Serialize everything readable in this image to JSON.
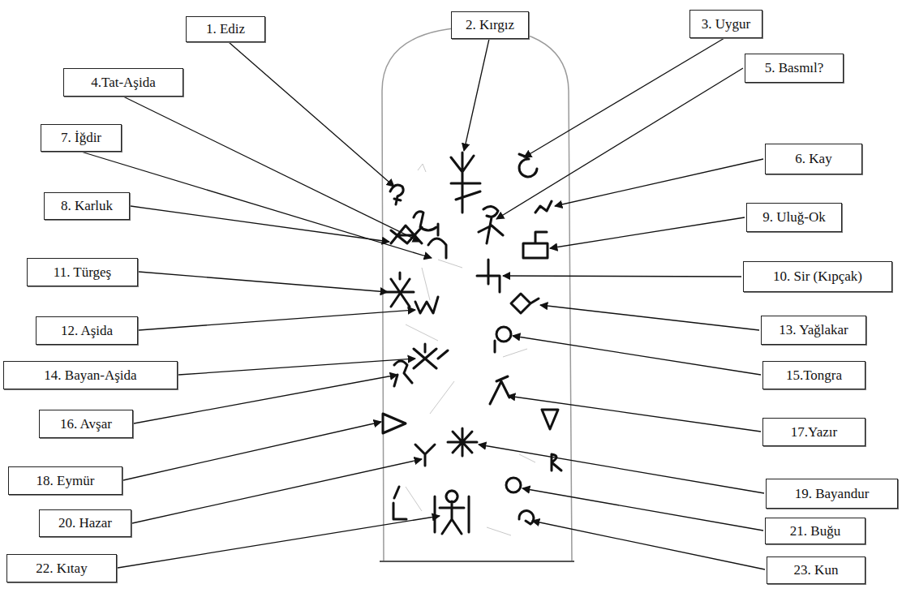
{
  "diagram": {
    "nodes": [
      {
        "text": [
          "1. Ediz"
        ]
      },
      {
        "text": [
          "2. Kırgız"
        ]
      },
      {
        "text": [
          "3. Uygur"
        ]
      },
      {
        "text": [
          "4.Tat-Aşida"
        ]
      },
      {
        "text": [
          "5. Basmıl?"
        ]
      },
      {
        "text": [
          "6. Kay"
        ]
      },
      {
        "text": [
          "7. İğdir"
        ]
      },
      {
        "text": [
          "8. Karluk"
        ]
      },
      {
        "text": [
          "9. Uluğ-Ok"
        ]
      },
      {
        "text": [
          "10. Sir (Kıpçak)"
        ]
      },
      {
        "text": [
          "11. Türgeş"
        ]
      },
      {
        "text": [
          "12. Aşida"
        ]
      },
      {
        "text": [
          "13. Yağlakar"
        ]
      },
      {
        "text": [
          "14. Bayan-Aşida"
        ]
      },
      {
        "text": [
          "15.Tongra"
        ]
      },
      {
        "text": [
          "16. Avşar"
        ]
      },
      {
        "text": [
          "17.Yazır"
        ]
      },
      {
        "text": [
          "18. Eymür"
        ]
      },
      {
        "text": [
          "19. Bayandur"
        ]
      },
      {
        "text": [
          "20. Hazar"
        ]
      },
      {
        "text": [
          "21. Buğu"
        ]
      },
      {
        "text": [
          "22. Kıtay"
        ]
      },
      {
        "text": [
          "23. Kun"
        ]
      }
    ]
  }
}
